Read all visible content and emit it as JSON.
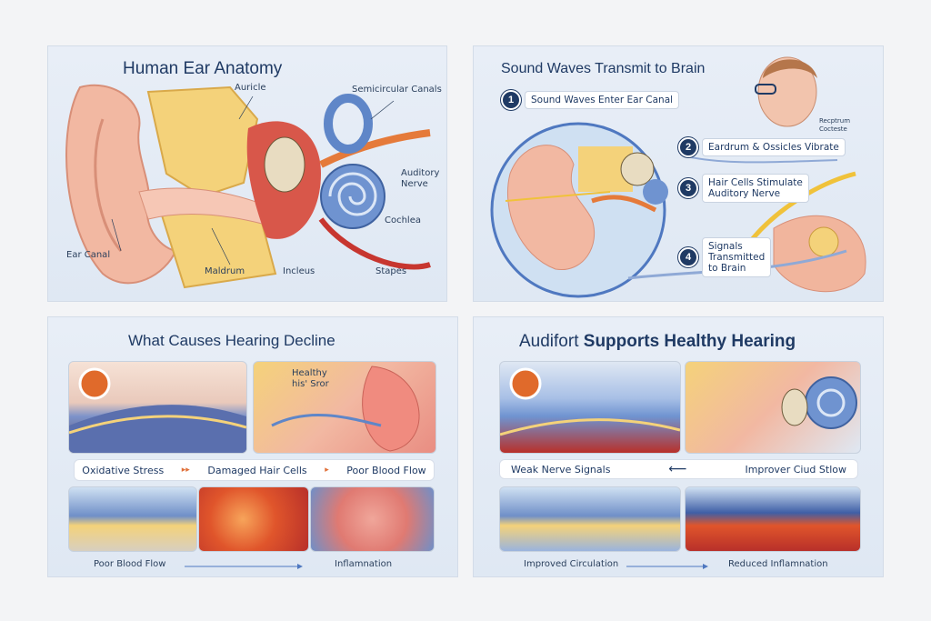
{
  "panel1": {
    "title": "Human Ear Anatomy",
    "labels": {
      "auricle": "Auricle",
      "semicircular": "Semicircular Canals",
      "auditory_nerve": "Auditory\nNerve",
      "cochlea": "Cochlea",
      "ear_canal": "Ear Canal",
      "maldrum": "Maldrum",
      "incleus": "Incleus",
      "stapes": "Stapes"
    }
  },
  "panel2": {
    "title": "Sound Waves Transmit to Brain",
    "steps": [
      {
        "num": "1",
        "text": "Sound Waves Enter Ear Canal"
      },
      {
        "num": "2",
        "text": "Eardrum & Ossicles Vibrate"
      },
      {
        "num": "3",
        "text": "Hair Cells Stimulate\nAuditory Nerve"
      },
      {
        "num": "4",
        "text": "Signals\nTransmitted\nto Brain"
      }
    ],
    "brain_label": "Recptrum\nCocteste"
  },
  "panel3": {
    "title": "What Causes Hearing Decline",
    "inset_label": "Healthy\nhis' Sror",
    "bar": [
      "Oxidative Stress",
      "Damaged Hair Cells",
      "Poor Blood Flow"
    ],
    "captions": {
      "left": "Poor Blood Flow",
      "right": "Inflamnation"
    }
  },
  "panel4": {
    "title_a": "Audifort",
    "title_b": "Supports Healthy Hearing",
    "bar": [
      "Weak Nerve Signals",
      "Improver Ciud Stlow"
    ],
    "captions": {
      "left": "Improved Circulation",
      "right": "Reduced Inflamnation"
    }
  },
  "colors": {
    "navy": "#1f3a64",
    "skin": "#f2b8a2",
    "bone": "#f4d27a",
    "cochlea": "#5f86c8",
    "red": "#c7362f"
  }
}
